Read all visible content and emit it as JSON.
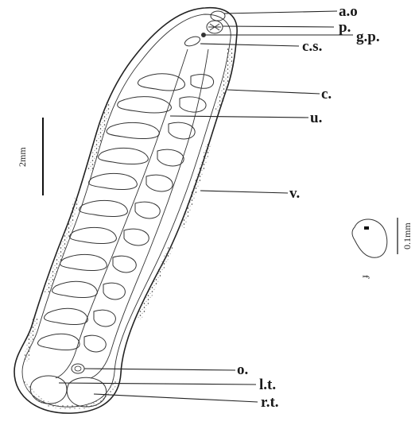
{
  "labels": {
    "ao": "a.o",
    "p": "p.",
    "gp": "g.p.",
    "cs": "c.s.",
    "c": "c.",
    "u": "u.",
    "v": "v.",
    "o": "o.",
    "lt": "l.t.",
    "rt": "r.t."
  },
  "scale_bars": {
    "main": "2mm",
    "egg": "0.1mm"
  },
  "egg_label": "ɟ"
}
